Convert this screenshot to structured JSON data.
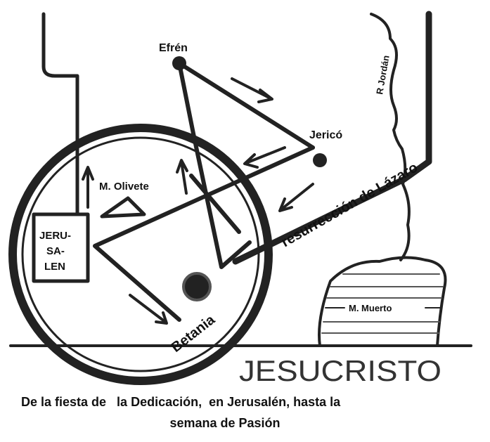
{
  "map": {
    "places": {
      "efren": "Efrén",
      "jerico": "Jericó",
      "olivete": "M. Olivete",
      "jerusalen": [
        "JERU-",
        "SA-",
        "LEN"
      ],
      "betania": "Betania",
      "muerto": "M. Muerto",
      "jordan": "R Jordán"
    },
    "road_label": "resurrección de Lázaro",
    "title": "JESUCRISTO"
  },
  "caption": {
    "line1": "De la fiesta de   la Dedicación,  en Jerusalén, hasta la",
    "line2": "semana de Pasión"
  },
  "colors": {
    "ink": "#1a1a1a",
    "paper": "#ffffff"
  }
}
